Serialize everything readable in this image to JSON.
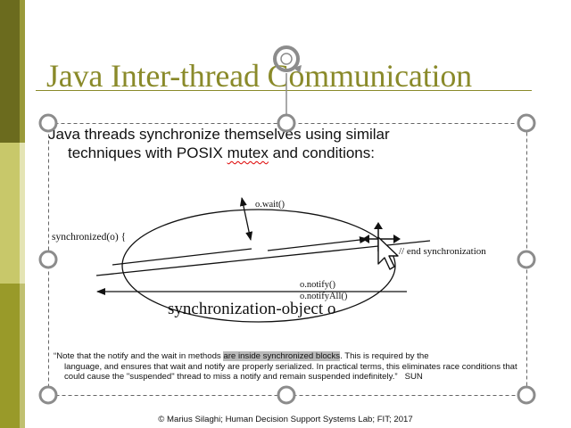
{
  "slide": {
    "title": "Java Inter-thread Communication",
    "body": {
      "line1": "Java threads synchronize themselves using similar",
      "line2_before": "techniques with POSIX ",
      "line2_marked": "mutex",
      "line2_after": " and conditions:"
    },
    "diagram": {
      "wait_label": "o.wait()",
      "sync_label": "synchronized(o) {",
      "end_label": "// end synchronization",
      "notify_label": "o.notify()",
      "notify_all_label": "o.notifyAll()",
      "object_label": "synchronization-object o"
    },
    "note": {
      "open_quote": "“",
      "part1": "Note that the notify and the wait in methods ",
      "highlight": "are inside synchronized blocks",
      "part2": ". This is required by the",
      "rest": "language, and ensures that wait and notify are properly serialized. In practical terms, this eliminates race conditions that could cause the \"suspended\" thread to miss a notify and remain suspended indefinitely.”",
      "source": "SUN"
    },
    "footer": "© Marius Silaghi; Human Decision Support Systems Lab; FIT; 2017"
  },
  "colors": {
    "accent": "#8a8a2a",
    "bar_dark": "#6b6b1e",
    "bar_light": "#c8c86a",
    "bar_mid": "#999a29",
    "highlight": "#b9b9b9",
    "handle": "#8c8c8c"
  },
  "icons": [
    "rotation-handle-icon",
    "resize-handle-icon",
    "move-cursor-icon",
    "arrow-pointer-icon"
  ]
}
